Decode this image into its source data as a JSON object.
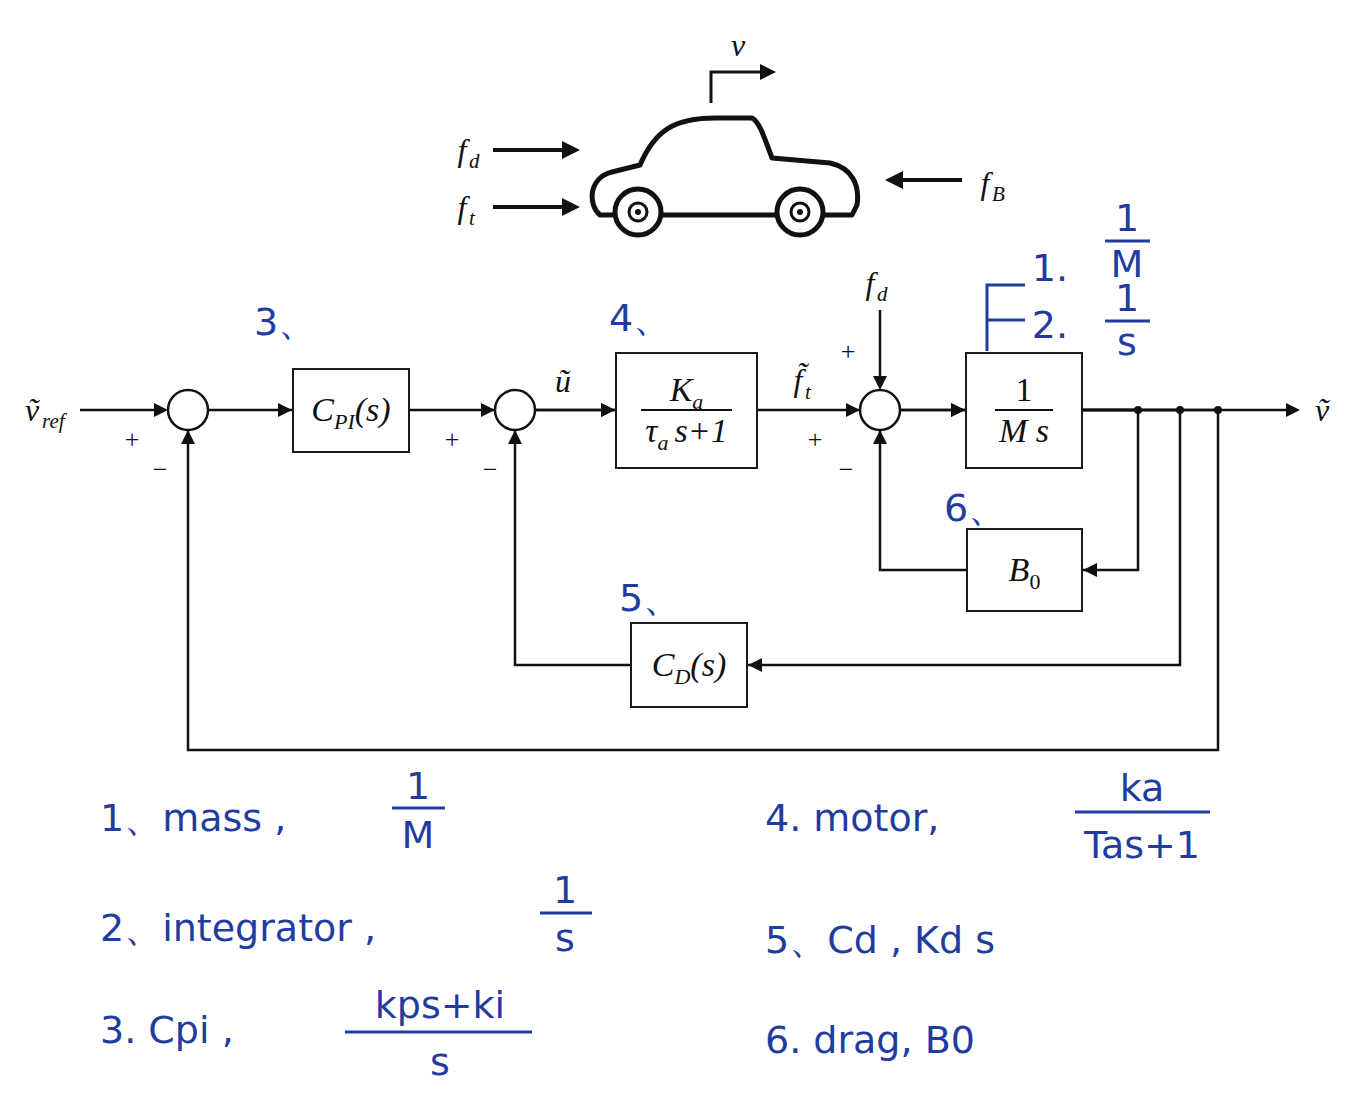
{
  "diagram": {
    "nodes": [
      {
        "text": [
          "C",
          "PI",
          "(s)"
        ]
      },
      {
        "text": [
          "K",
          "a",
          "τ",
          "a",
          "s+1"
        ]
      },
      {
        "text": [
          "1",
          "M s"
        ]
      },
      {
        "text": [
          "B",
          "0"
        ]
      },
      {
        "text": [
          "C",
          "D",
          "(s)"
        ]
      }
    ],
    "edges": [
      {
        "from": 0,
        "to": 1,
        "arrow": "to"
      },
      {
        "from": 1,
        "to": 2,
        "arrow": "to"
      },
      {
        "from": 2,
        "to": 3,
        "arrow": "to"
      },
      {
        "from": 3,
        "to": 2,
        "arrow": "to"
      },
      {
        "from": 2,
        "to": 4,
        "arrow": "to"
      },
      {
        "from": 4,
        "to": 1,
        "arrow": "to"
      },
      {
        "from": 2,
        "to": 0,
        "arrow": "to"
      }
    ],
    "labels": [
      "v",
      "f",
      "d",
      "f",
      "t",
      "f",
      "B",
      "ṽ",
      "ref",
      "+",
      "−",
      "+",
      "−",
      "ũ",
      "f̃",
      "t",
      "f",
      "d",
      "+",
      "+",
      "−",
      "ṽ",
      "3、",
      "4、",
      "1.",
      "1",
      "M",
      "2.",
      "1",
      "s",
      "6、",
      "5、",
      "1、mass ,",
      "1",
      "M",
      "4. motor,",
      "ka",
      "Tas+1",
      "2、integrator ,",
      "1",
      "s",
      "5、Cd , Kd s",
      "3. Cpi ,",
      "kps+ki",
      "s",
      "6. drag, B0"
    ]
  }
}
